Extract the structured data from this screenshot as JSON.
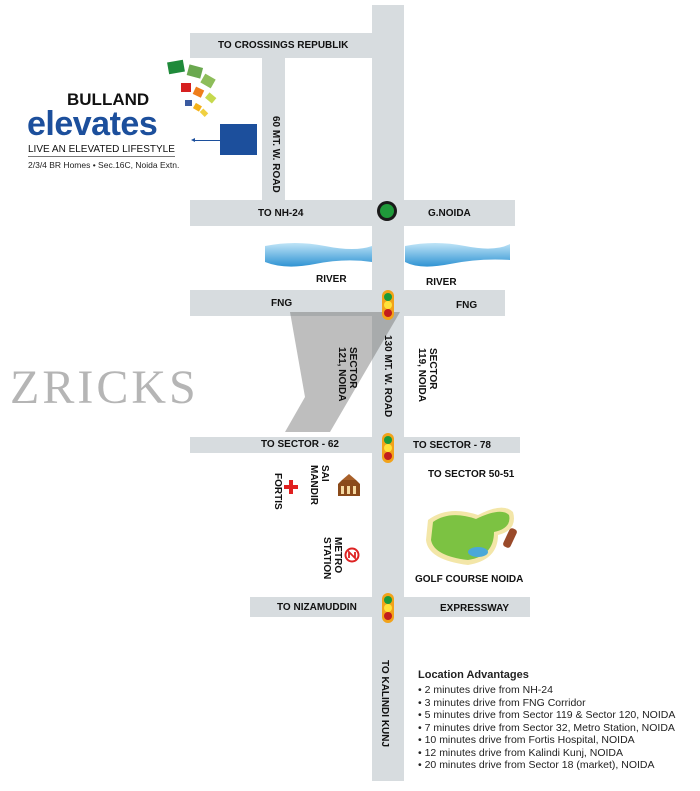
{
  "brand": {
    "top": "BULLAND",
    "name": "elevates",
    "tagline": "LIVE AN ELEVATED LIFESTYLE",
    "details": "2/3/4 BR Homes • Sec.16C, Noida Extn."
  },
  "roads": {
    "crossings": "TO CROSSINGS REPUBLIK",
    "road60": "60 MT. W. ROAD",
    "nh24": "TO NH-24",
    "gnoida": "G.NOIDA",
    "river_left": "RIVER",
    "river_right": "RIVER",
    "fng_left": "FNG",
    "fng_right": "FNG",
    "road130": "130 MT. W. ROAD",
    "sector62": "TO SECTOR - 62",
    "sector78": "TO SECTOR - 78",
    "sector5051": "TO SECTOR 50-51",
    "nizamuddin": "TO NIZAMUDDIN",
    "expressway": "EXPRESSWAY",
    "kalindi": "TO KALINDI KUNJ"
  },
  "places": {
    "sector121": "SECTOR 121, NOIDA",
    "sector119": "SECTOR 119, NOIDA",
    "fortis": "FORTIS",
    "sai_mandir": "SAI MANDIR",
    "metro": "METRO STATION",
    "golf": "GOLF COURSE NOIDA"
  },
  "watermark": "ZRICKS",
  "advantages": {
    "title": "Location Advantages",
    "items": [
      "• 2 minutes drive from NH-24",
      "• 3 minutes drive from FNG Corridor",
      "• 5 minutes drive from Sector 119 & Sector 120, NOIDA",
      "• 7 minutes drive from Sector 32, Metro Station, NOIDA",
      "• 10 minutes drive from Fortis Hospital, NOIDA",
      "• 12 minutes drive from Kalindi Kunj, NOIDA",
      "• 20 minutes drive from Sector 18 (market), NOIDA"
    ]
  },
  "colors": {
    "road": "#d7dcdf",
    "brand_blue": "#1c4f9c",
    "river": "#3aa0dc"
  }
}
